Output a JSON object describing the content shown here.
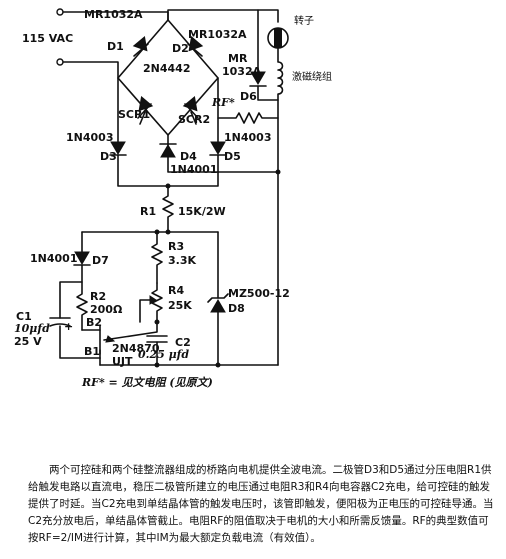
{
  "labels": {
    "vac": "115 VAC",
    "motor": "转子",
    "field": "激磁绕组",
    "d1_part": "MR1032A",
    "d1": "D1",
    "d2_part": "MR1032A",
    "d2": "D2",
    "d6_part_line1": "MR",
    "d6_part_line2": "1032A",
    "d6": "D6",
    "rf": "RF*",
    "scr_part": "2N4442",
    "scr1": "SCR1",
    "scr2": "SCR2",
    "d3_part": "1N4003",
    "d3": "D3",
    "d4": "D4",
    "d4_part": "1N4001",
    "d5_part": "1N4003",
    "d5": "D5",
    "r1": "R1",
    "r1_val": "15K/2W",
    "d7_part": "1N4001",
    "d7": "D7",
    "r3": "R3",
    "r3_val": "3.3K",
    "r4": "R4",
    "r4_val": "25K",
    "d8_part": "MZ500-12",
    "d8": "D8",
    "r2": "R2",
    "r2_val": "200Ω",
    "c1": "C1",
    "c1_val": "10μfd",
    "c1_volt": "25 V",
    "b2": "B2",
    "b1": "B1",
    "ujt_part": "2N4870",
    "ujt": "UJT",
    "c2": "C2",
    "c2_val": "0.25 μfd",
    "plus": "+",
    "minus": "-",
    "note": "RF* = 见文电阻 (见原文)"
  },
  "caption": "两个可控硅和两个硅整流器组成的桥路向电机提供全波电流。二极管D3和D5通过分压电阻R1供给触发电路以直流电，稳压二极管所建立的电压通过电阻R3和R4向电容器C2充电，给可控硅的触发提供了时延。当C2充电到单结晶体管的触发电压时，该管即触发，便阳极为正电压的可控硅导通。当C2充分放电后，单结晶体管截止。电阻RF的阻值取决于电机的大小和所需反馈量。RF的典型数值可按RF=2/IM进行计算，其中IM为最大额定负载电流（有效值）。"
}
